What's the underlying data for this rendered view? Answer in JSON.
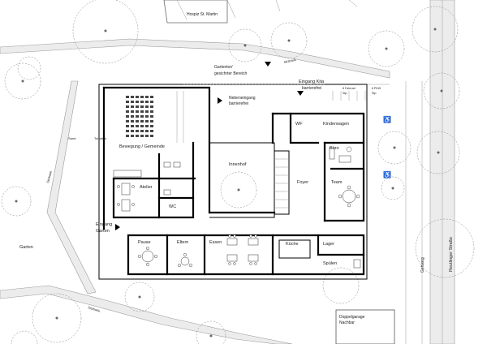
{
  "labels": {
    "hospiz": "Hospiz St. Martin",
    "garten_top_1": "Gartentor/",
    "garten_top_2": "gesichrter Bereich",
    "eingang_kita_1": "Eingang Kita",
    "eingang_kita_2": "barrierefrei",
    "nebeneingang_1": "Nebeneingang",
    "nebeneingang_2": "barrierefrei",
    "fahrrad_1": "8 Fahrrad",
    "fahrrad_2": "Stp.",
    "pkw_1": "6 PKW",
    "pkw_2": "Stp.",
    "wf": "WF",
    "kinderwagen": "Kinderwagen",
    "bewegung": "Bewegung / Gemeinde",
    "buero": "Büro",
    "innenhof": "Innenhof",
    "foyer": "Foyer",
    "team": "Team",
    "atelier": "Atelier",
    "wc": "WC",
    "eingang_garten_1": "Eingang",
    "eingang_garten_2": "Garten",
    "pause": "Pause",
    "eltern": "Eltern",
    "essen": "Essen",
    "kueche": "Küche",
    "lager": "Lager",
    "spuelen": "Spülen",
    "garten": "Garten",
    "doppelgarage_1": "Doppelgarage",
    "doppelgarage_2": "Nachbar",
    "reutlinger_strasse": "Reutlinger Straße",
    "gehweg": "Gehweg",
    "sand": "Sand",
    "tomaten": "Tomaten",
    "sitzbank_left": "Sitzbank",
    "sitzbank_top": "Sitzbank",
    "sitzbank_bottom": "Sitzbank"
  },
  "colors": {
    "wall": "#000000",
    "road_fill": "#ececec",
    "tree_outline": "#8a8a8a"
  }
}
